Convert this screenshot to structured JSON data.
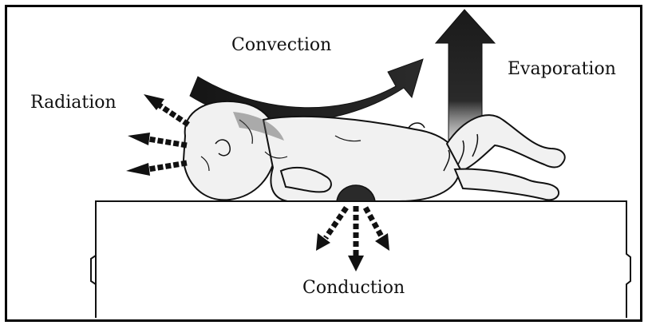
{
  "diagram": {
    "labels": {
      "convection": "Convection",
      "evaporation": "Evaporation",
      "radiation": "Radiation",
      "conduction": "Conduction"
    },
    "colors": {
      "ink": "#111111",
      "arrow_dark": "#1e1e1e",
      "skin_fill": "#f1f1f1",
      "table_fill": "#ffffff"
    },
    "icons": {
      "infant": "infant-illustration",
      "table": "warming-table",
      "arrows": [
        "convection-arrow",
        "evaporation-arrow",
        "radiation-arrows",
        "conduction-arrows"
      ]
    }
  }
}
